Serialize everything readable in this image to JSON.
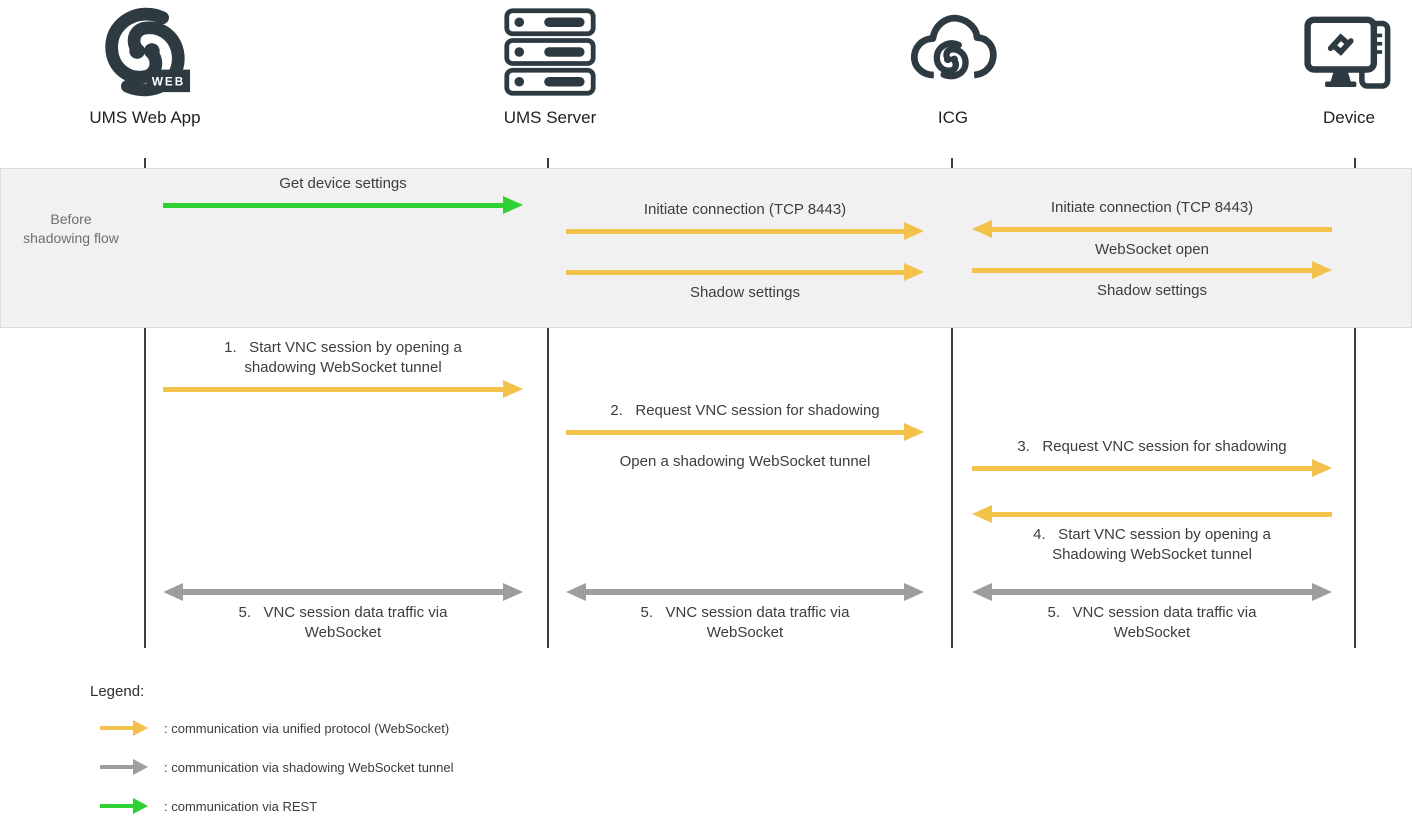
{
  "diagram": {
    "actors": [
      {
        "label": "UMS Web App",
        "icon": "igel-web-logo-icon",
        "badge": "WEB"
      },
      {
        "label": "UMS Server",
        "icon": "server-stack-icon"
      },
      {
        "label": "ICG",
        "icon": "cloud-gateway-icon"
      },
      {
        "label": "Device",
        "icon": "device-monitor-icon"
      }
    ],
    "phase_label": "Before shadowing flow",
    "messages": [
      {
        "from": "UMS Web App",
        "to": "UMS Server",
        "type": "rest",
        "direction": "right",
        "label_above": "Get device settings"
      },
      {
        "from": "UMS Server",
        "to": "ICG",
        "type": "unified",
        "direction": "right",
        "label_above": "Initiate connection (TCP 8443)"
      },
      {
        "from": "UMS Server",
        "to": "ICG",
        "type": "unified",
        "direction": "right",
        "label_below": "Shadow settings"
      },
      {
        "from": "Device",
        "to": "ICG",
        "type": "unified",
        "direction": "left",
        "label_above": "Initiate connection (TCP 8443)",
        "label_below": "WebSocket open"
      },
      {
        "from": "ICG",
        "to": "Device",
        "type": "unified",
        "direction": "right",
        "label_below": "Shadow settings"
      },
      {
        "from": "UMS Web App",
        "to": "UMS Server",
        "type": "unified",
        "direction": "right",
        "label_above": "1.   Start VNC session by opening a\nshadowing WebSocket tunnel"
      },
      {
        "from": "UMS Server",
        "to": "ICG",
        "type": "unified",
        "direction": "right",
        "label_above": "2.   Request VNC session for shadowing",
        "label_below": "Open a shadowing WebSocket tunnel"
      },
      {
        "from": "ICG",
        "to": "Device",
        "type": "unified",
        "direction": "right",
        "label_above": "3.   Request VNC session for shadowing"
      },
      {
        "from": "Device",
        "to": "ICG",
        "type": "unified",
        "direction": "left",
        "label_below": "4.   Start VNC session by opening a\nShadowing WebSocket tunnel"
      },
      {
        "from": "UMS Web App",
        "to": "UMS Server",
        "type": "tunnel",
        "direction": "both",
        "label_below": "5.   VNC session data traffic via\nWebSocket"
      },
      {
        "from": "UMS Server",
        "to": "ICG",
        "type": "tunnel",
        "direction": "both",
        "label_below": "5.   VNC session data traffic via\nWebSocket"
      },
      {
        "from": "ICG",
        "to": "Device",
        "type": "tunnel",
        "direction": "both",
        "label_below": "5.   VNC session data traffic via\nWebSocket"
      }
    ],
    "legend": {
      "title": "Legend:",
      "items": [
        {
          "type": "unified",
          "label": ": communication via unified protocol (WebSocket)"
        },
        {
          "type": "tunnel",
          "label": ": communication via shadowing WebSocket tunnel"
        },
        {
          "type": "rest",
          "label": ": communication via REST"
        }
      ]
    },
    "colors": {
      "unified": "#F2C24B",
      "tunnel": "#9E9E9E",
      "rest": "#2ED133",
      "icon_dark": "#2E3A42",
      "band_fill": "#F1F1F1"
    }
  }
}
